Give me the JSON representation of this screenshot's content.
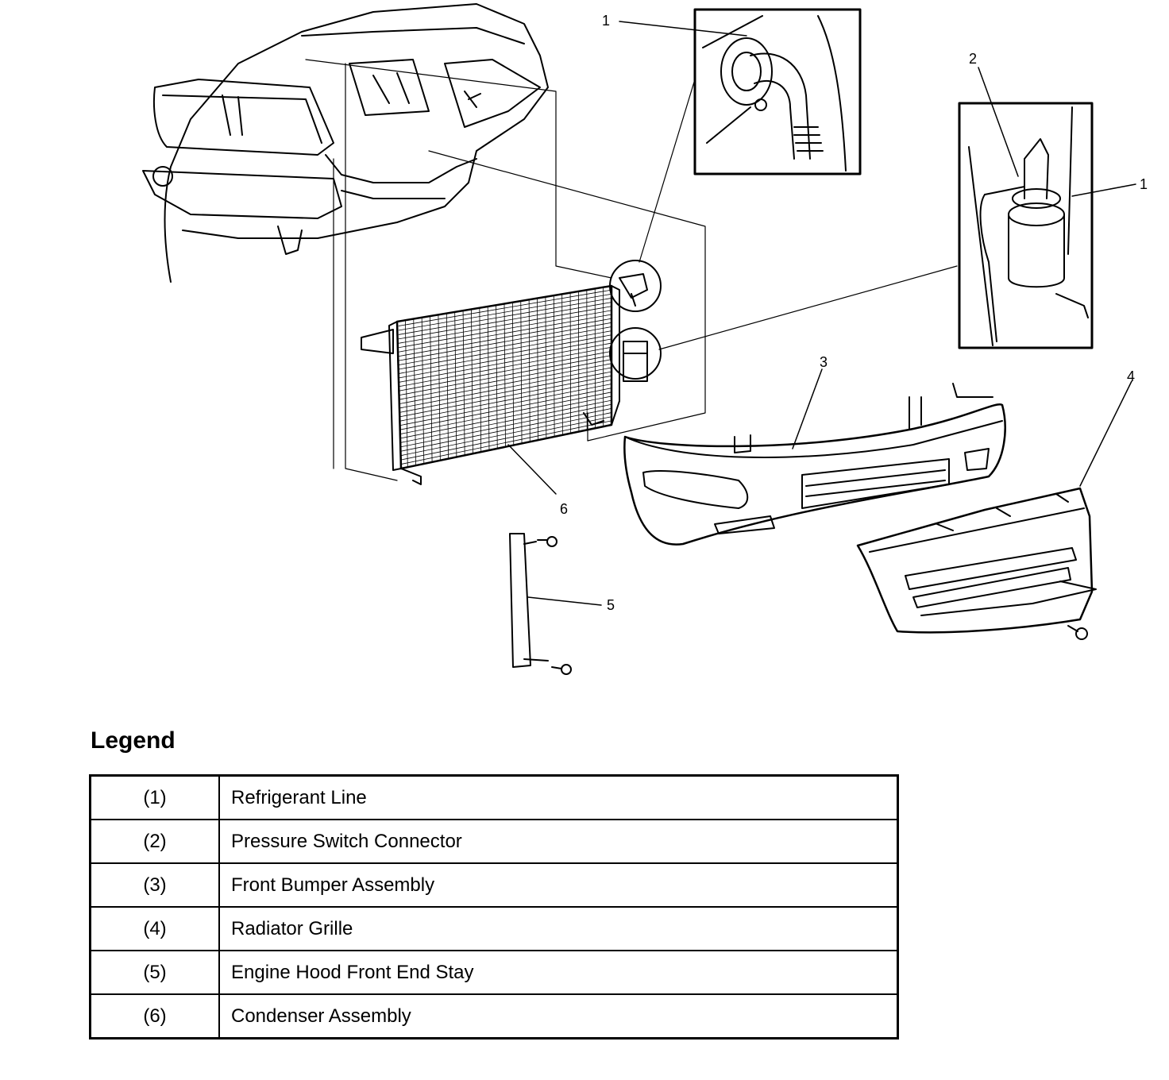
{
  "callouts": {
    "c1_top": "1",
    "c2": "2",
    "c1_right": "1",
    "c3": "3",
    "c4": "4",
    "c5": "5",
    "c6": "6"
  },
  "legend": {
    "title": "Legend",
    "rows": [
      {
        "num": "(1)",
        "desc": "Refrigerant Line"
      },
      {
        "num": "(2)",
        "desc": "Pressure Switch Connector"
      },
      {
        "num": "(3)",
        "desc": "Front Bumper Assembly"
      },
      {
        "num": "(4)",
        "desc": "Radiator Grille"
      },
      {
        "num": "(5)",
        "desc": "Engine Hood Front End Stay"
      },
      {
        "num": "(6)",
        "desc": "Condenser Assembly"
      }
    ]
  }
}
